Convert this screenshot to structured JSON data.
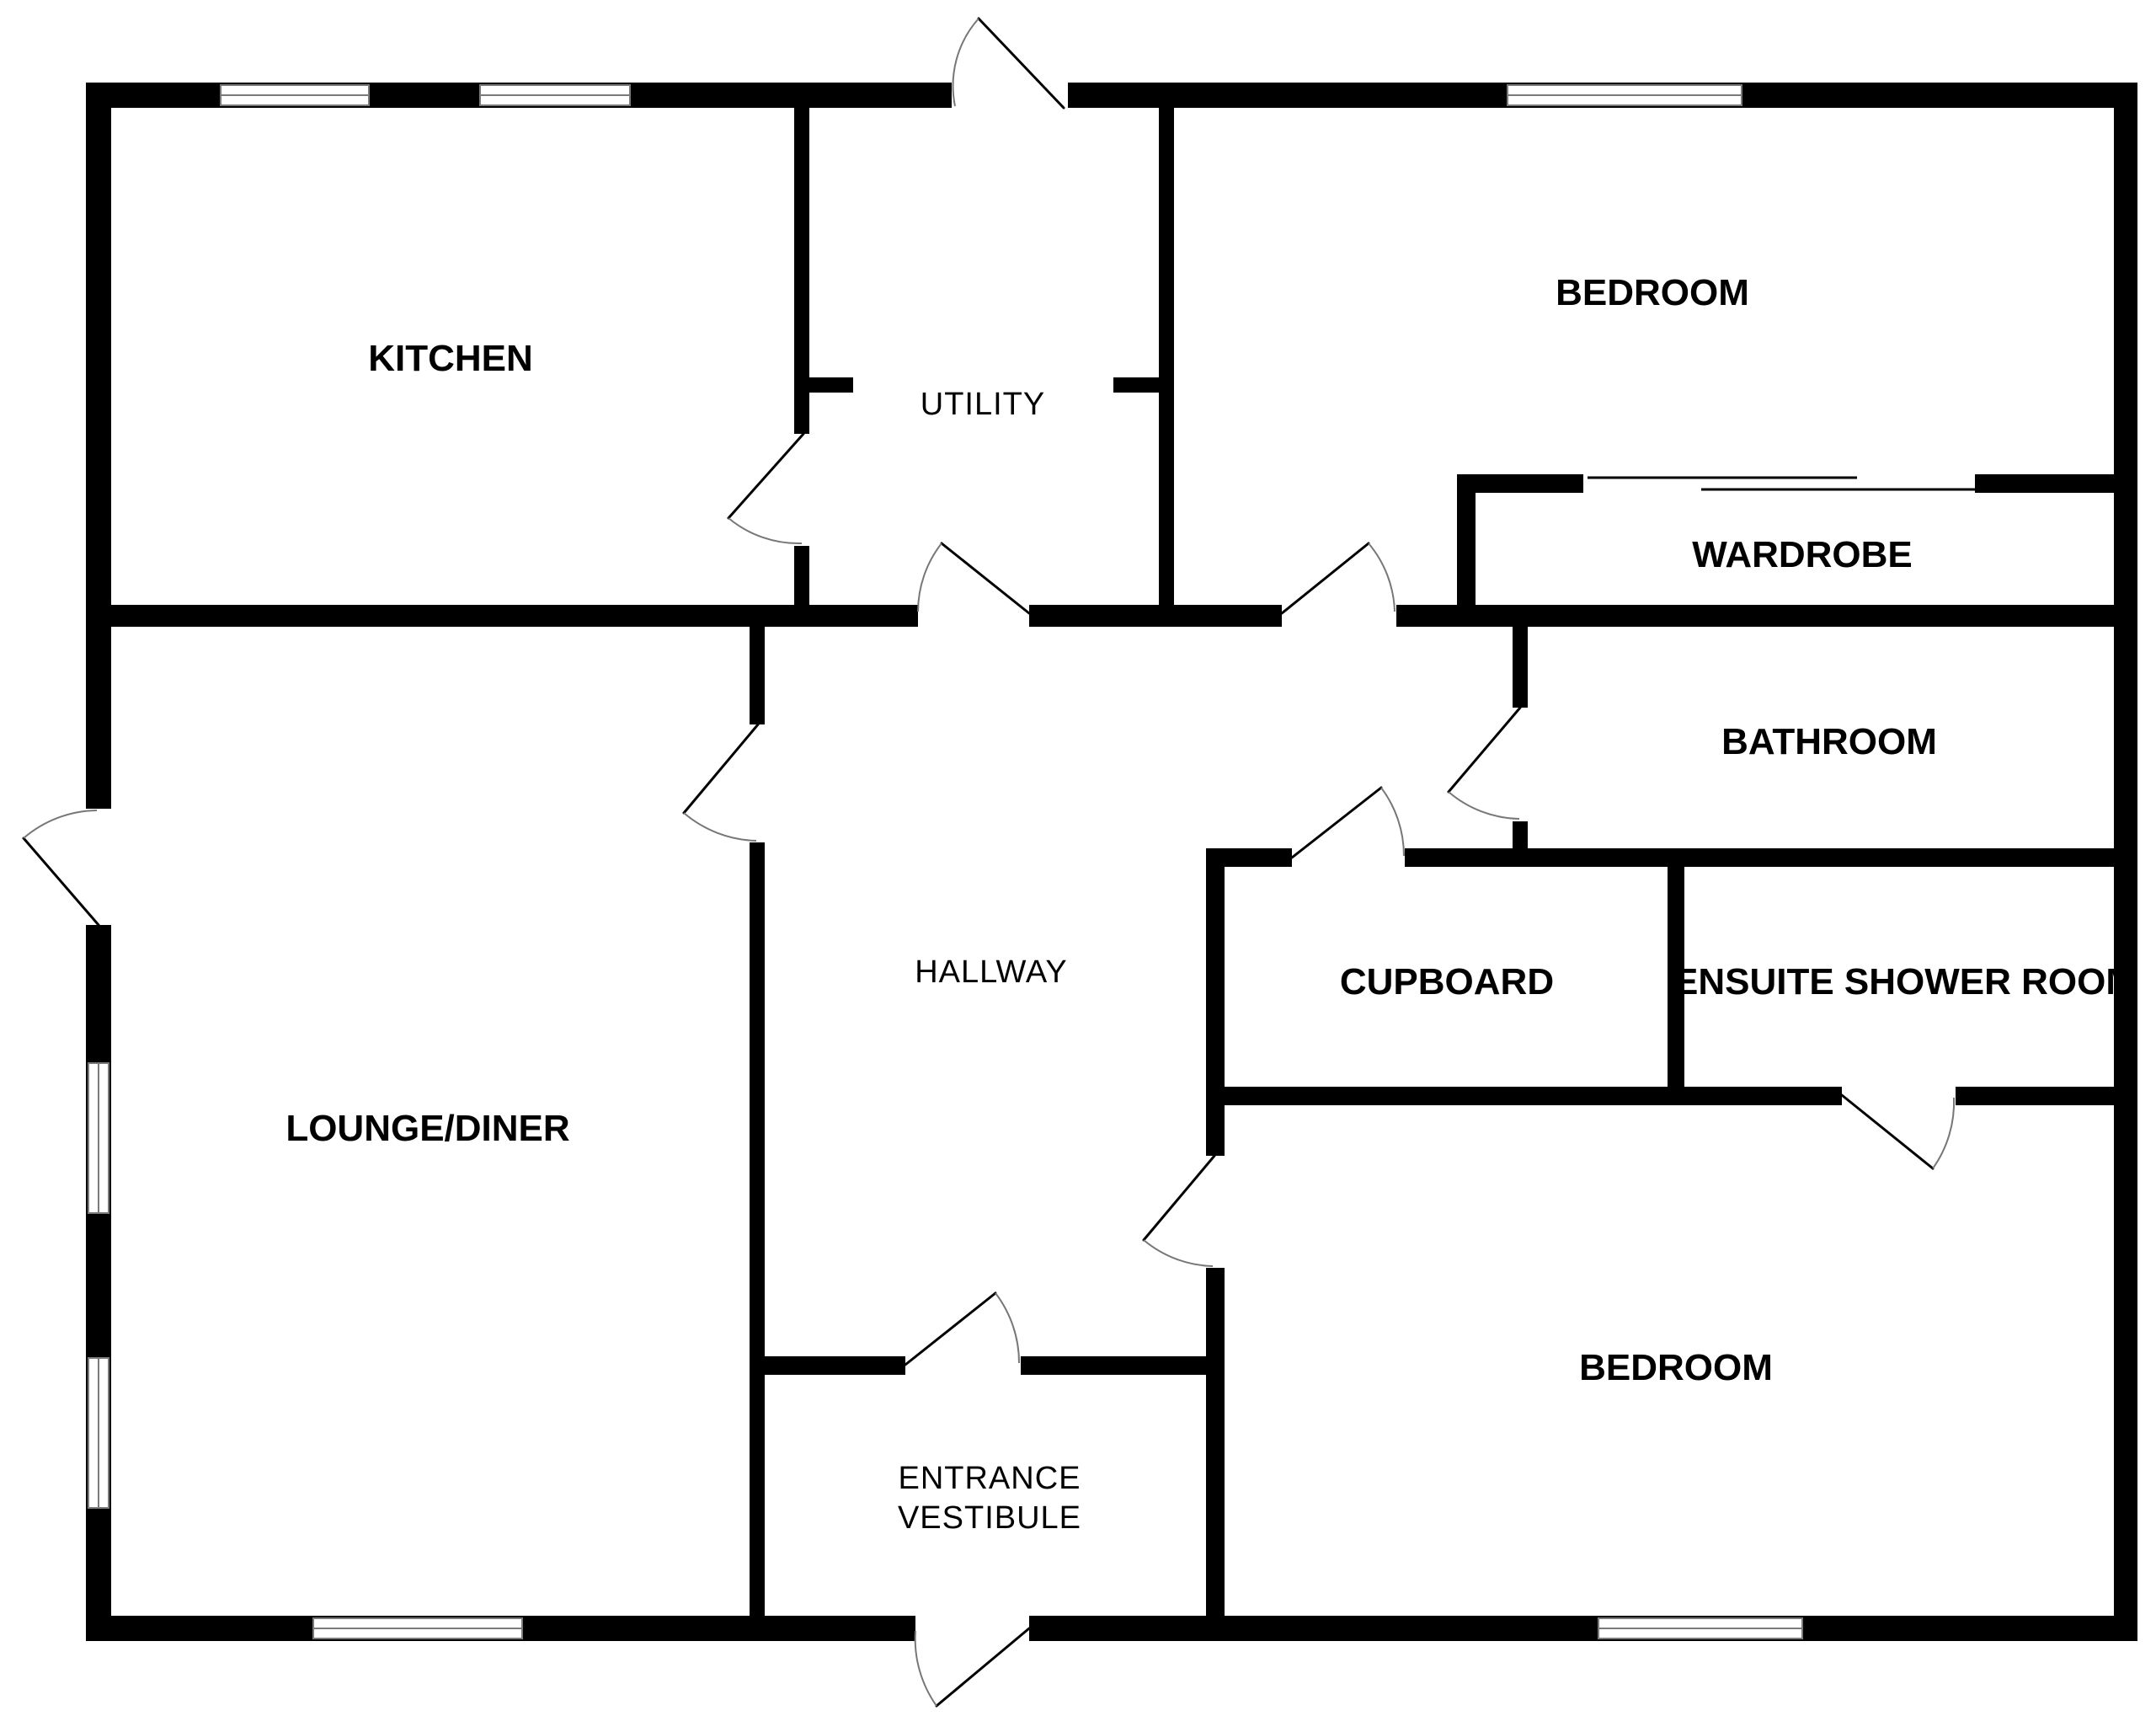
{
  "rooms": {
    "kitchen": "KITCHEN",
    "utility": "UTILITY",
    "bedroom_1": "BEDROOM",
    "wardrobe": "WARDROBE",
    "bathroom": "BATHROOM",
    "hallway": "HALLWAY",
    "cupboard": "CUPBOARD",
    "ensuite": "ENSUITE SHOWER ROOM",
    "lounge": "LOUNGE/DINER",
    "bedroom_2": "BEDROOM",
    "entrance_line1": "ENTRANCE",
    "entrance_line2": "VESTIBULE"
  },
  "colors": {
    "wall": "#000000",
    "background": "#ffffff",
    "window_frame": "#7a7a7a",
    "door_arc": "#777777"
  }
}
